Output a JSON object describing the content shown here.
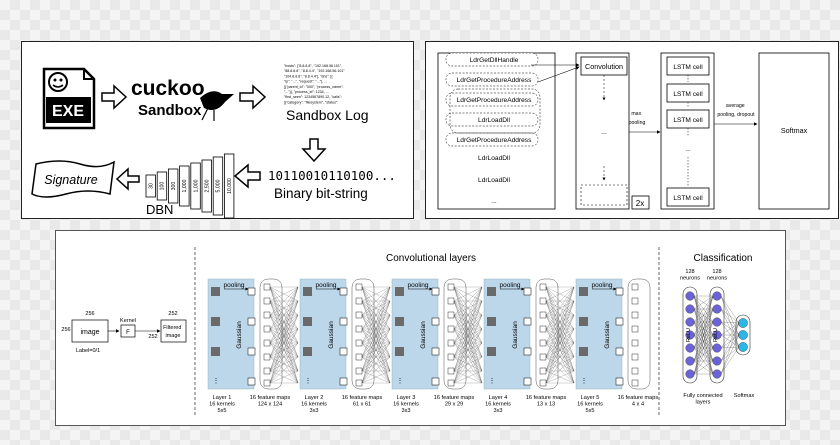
{
  "panel1": {
    "exe_label": "EXE",
    "cuckoo_brand": "cuckoo",
    "cuckoo_label": "Sandbox",
    "sandbox_log_label": "Sandbox Log",
    "log_lines": [
      "\"hosts\": [\"8.8.8.8\", \"192.168.56.101\",",
      "\"88.8.8.8\", \"8.8.4.4\", \"192.168.56.101\"",
      "\"104.8.8.8\", \"8.8.4.4\"], \"dns\": [{",
      "\"ip\": \"...\", \"request\": \"...\"}, ...",
      "[{\"parent_id\": \"000\", \"process_name\":",
      "\"...\"}], \"process_id\": 1234, ...",
      "\"first_seen\": 1234567890.12, \"calls\":",
      "[{\"category\": \"filesystem\", \"status\":"
    ],
    "bitstring": "10110010110100...",
    "bitstring_label": "Binary bit-string",
    "signature_label": "Signature",
    "dbn_label": "DBN",
    "layer_sizes": [
      "30",
      "100",
      "300",
      "1,000",
      "1,000",
      "2,500",
      "5,000",
      "10,000"
    ]
  },
  "panel2": {
    "api_calls": [
      "LdrGetDllHandle",
      "LdrGetProcedureAddress",
      "LdrGetProcedureAddress",
      "LdrLoadDll",
      "LdrGetProcedureAddress",
      "LdrLoadDll",
      "LdrLoadDll",
      "..."
    ],
    "convolution_label": "Convolution",
    "dots": "...",
    "max_pooling_label": "max\npooling",
    "repeat_label": "2x",
    "lstm_cells": [
      "LSTM cell",
      "LSTM cell",
      "LSTM cell",
      "...",
      "LSTM cell"
    ],
    "avg_label": "average\npooling, dropout",
    "softmax_label": "Softmax"
  },
  "panel3": {
    "conv_title": "Convolutional layers",
    "class_title": "Classification",
    "input_size_top": "256",
    "input_size_left": "256",
    "image_label": "image",
    "input_caption": "Label=0/1",
    "kernel_label": "Kernel",
    "kernel_symbol": "F",
    "filtered_label": "Filtered\nimage",
    "filtered_size_top": "252",
    "filtered_size_left": "252",
    "pooling_label": "pooling",
    "gaussian_label": "Gaussian",
    "layers": [
      {
        "label": "Layer 1\n16 kernels\n5x5",
        "maps": "16 feature maps\n124 x 124"
      },
      {
        "label": "Layer 2\n16 kernels\n3x3",
        "maps": "16 feature maps\n61 x 61"
      },
      {
        "label": "Layer 3\n16 kernels\n3x3",
        "maps": "16 feature maps\n29 x 29"
      },
      {
        "label": "Layer 4\n16 kernels\n3x3",
        "maps": "16 feature maps\n13 x 13"
      },
      {
        "label": "Layer 5\n16 kernels\n5x5",
        "maps": "16 feature maps\n4 x 4"
      }
    ],
    "neurons_1": "128\nneurons",
    "neurons_2": "128\nneurons",
    "relu_label": "ReLU",
    "relu2_label": "ReLU",
    "fc_label": "Fully connected\nlayers",
    "softmax_label": "Softmax"
  },
  "colors": {
    "blue_band": "#bcd7ea",
    "neuron": "#6b63d8",
    "output_neuron": "#2bb5e8",
    "feature_square": "#6a6a6a"
  }
}
